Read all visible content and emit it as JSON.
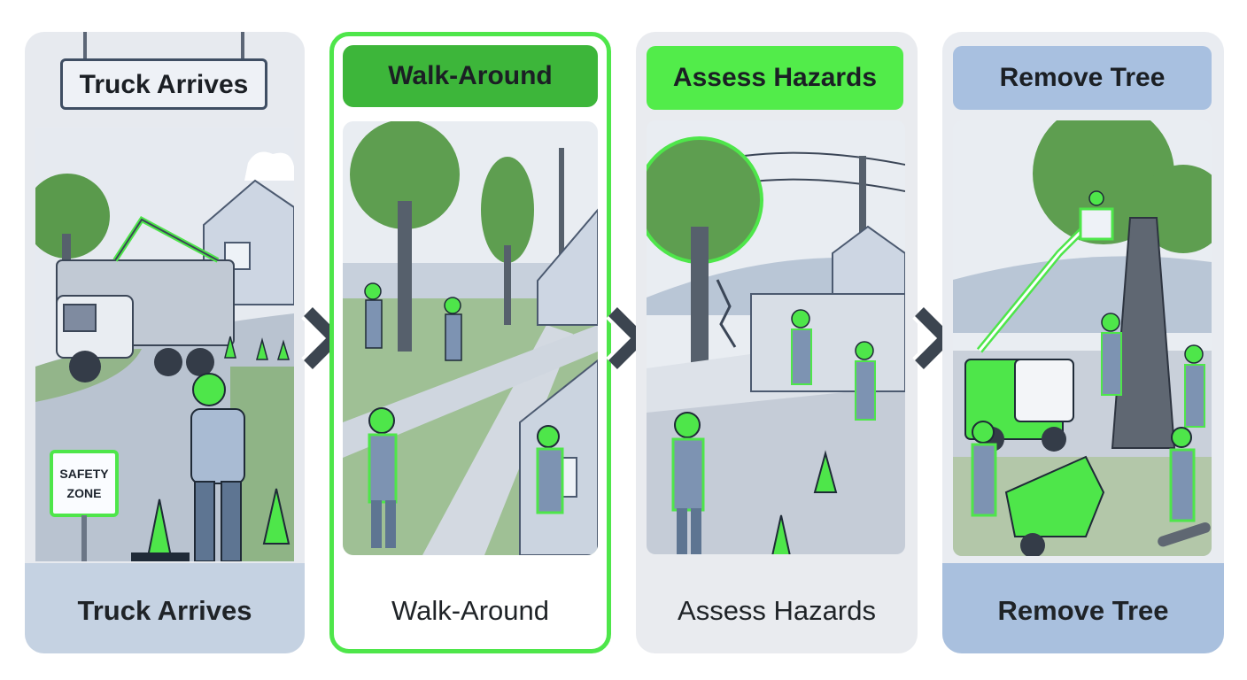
{
  "steps": [
    {
      "header": "Truck Arrives",
      "label": "Truck Arrives",
      "sign": [
        "SAFETY",
        "ZONE"
      ]
    },
    {
      "header": "Walk-Around",
      "label": "Walk-Around"
    },
    {
      "header": "Assess Hazards",
      "label": "Assess Hazards"
    },
    {
      "header": "Remove Tree",
      "label": "Remove Tree"
    }
  ],
  "colors": {
    "accent": "#4ee64a",
    "accent_dark": "#3db63a",
    "slate": "#3f4e63",
    "blue": "#a9c0de"
  },
  "icons": [
    "chevron-right-icon"
  ]
}
